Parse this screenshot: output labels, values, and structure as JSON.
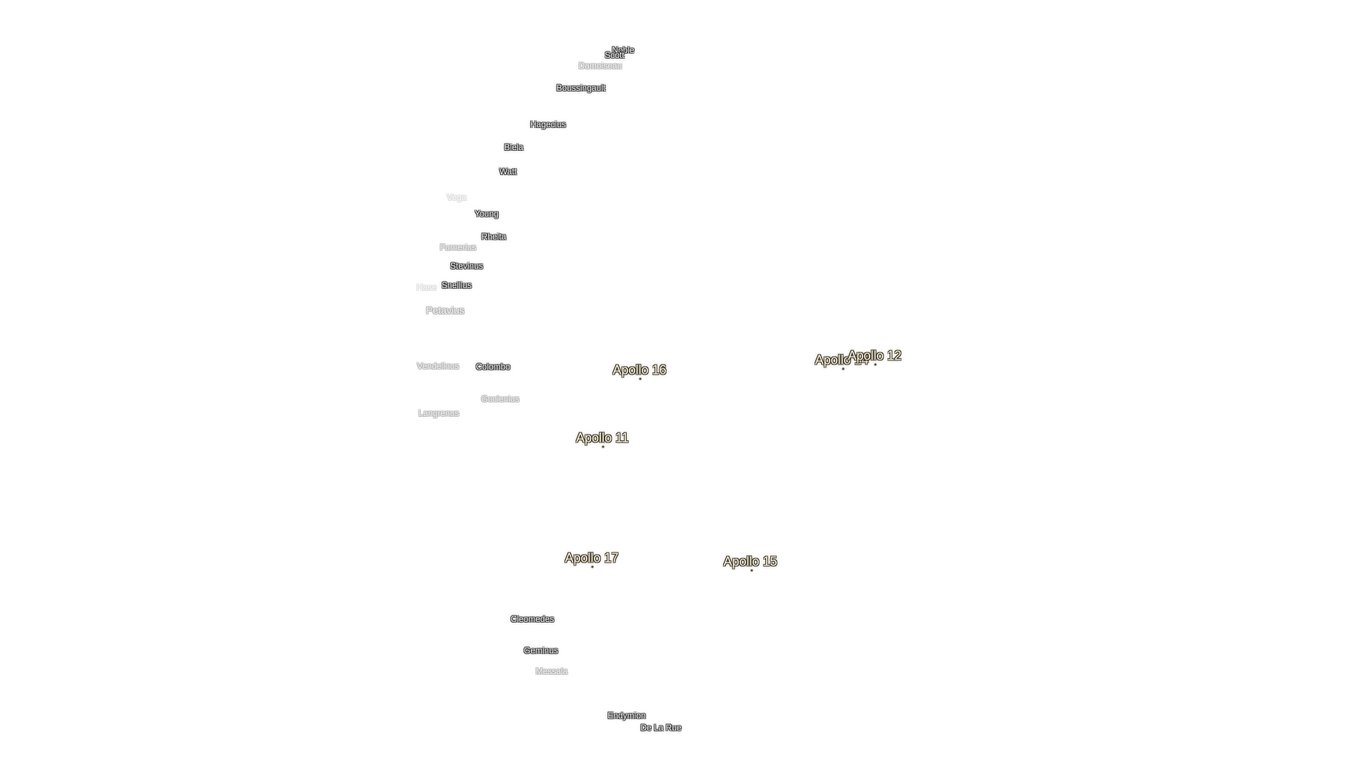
{
  "map": {
    "craters": [
      {
        "id": "noble",
        "name": "Noble",
        "style": "crater"
      },
      {
        "id": "scott",
        "name": "Scott",
        "style": "crater"
      },
      {
        "id": "damoiseau",
        "name": "Damoiseau",
        "style": "crater faded"
      },
      {
        "id": "boussingault",
        "name": "Boussingault",
        "style": "crater"
      },
      {
        "id": "hagecius",
        "name": "Hagecius",
        "style": "crater"
      },
      {
        "id": "biela",
        "name": "Biela",
        "style": "crater"
      },
      {
        "id": "watt",
        "name": "Watt",
        "style": "crater"
      },
      {
        "id": "vega",
        "name": "Vega",
        "style": "crater faded very-faded"
      },
      {
        "id": "young",
        "name": "Young",
        "style": "crater"
      },
      {
        "id": "rheita",
        "name": "Rheita",
        "style": "crater"
      },
      {
        "id": "furnerius",
        "name": "Furnerius",
        "style": "crater faded"
      },
      {
        "id": "stevinus",
        "name": "Stevinus",
        "style": "crater"
      },
      {
        "id": "snellius",
        "name": "Snellius",
        "style": "crater"
      },
      {
        "id": "hase",
        "name": "Hase",
        "style": "crater faded very-faded"
      },
      {
        "id": "petavius",
        "name": "Petavius",
        "style": "crater faded large"
      },
      {
        "id": "vendelinus",
        "name": "Vendelinus",
        "style": "crater faded"
      },
      {
        "id": "colombo",
        "name": "Colombo",
        "style": "crater"
      },
      {
        "id": "goclenius",
        "name": "Goclenius",
        "style": "crater faded"
      },
      {
        "id": "langrenus",
        "name": "Langrenus",
        "style": "crater faded"
      },
      {
        "id": "cleomedes",
        "name": "Cleomedes",
        "style": "crater"
      },
      {
        "id": "geminus",
        "name": "Geminus",
        "style": "crater"
      },
      {
        "id": "messala",
        "name": "Messala",
        "style": "crater faded"
      },
      {
        "id": "endymion",
        "name": "Endymion",
        "style": "crater"
      },
      {
        "id": "de-la-rue",
        "name": "De La Rue",
        "style": "crater"
      }
    ],
    "apollo_sites": [
      {
        "id": "apollo-16",
        "name": "Apollo 16"
      },
      {
        "id": "apollo-14",
        "name": "Apollo 14"
      },
      {
        "id": "apollo-12",
        "name": "Apollo 12"
      },
      {
        "id": "apollo-11",
        "name": "Apollo 11"
      },
      {
        "id": "apollo-17",
        "name": "Apollo 17"
      },
      {
        "id": "apollo-15",
        "name": "Apollo 15"
      }
    ],
    "colors": {
      "background": "#ffffff",
      "crater_text": "#f4f4f4",
      "apollo_text": "#fbf6e6",
      "apollo_outline": "#3b3322"
    }
  }
}
